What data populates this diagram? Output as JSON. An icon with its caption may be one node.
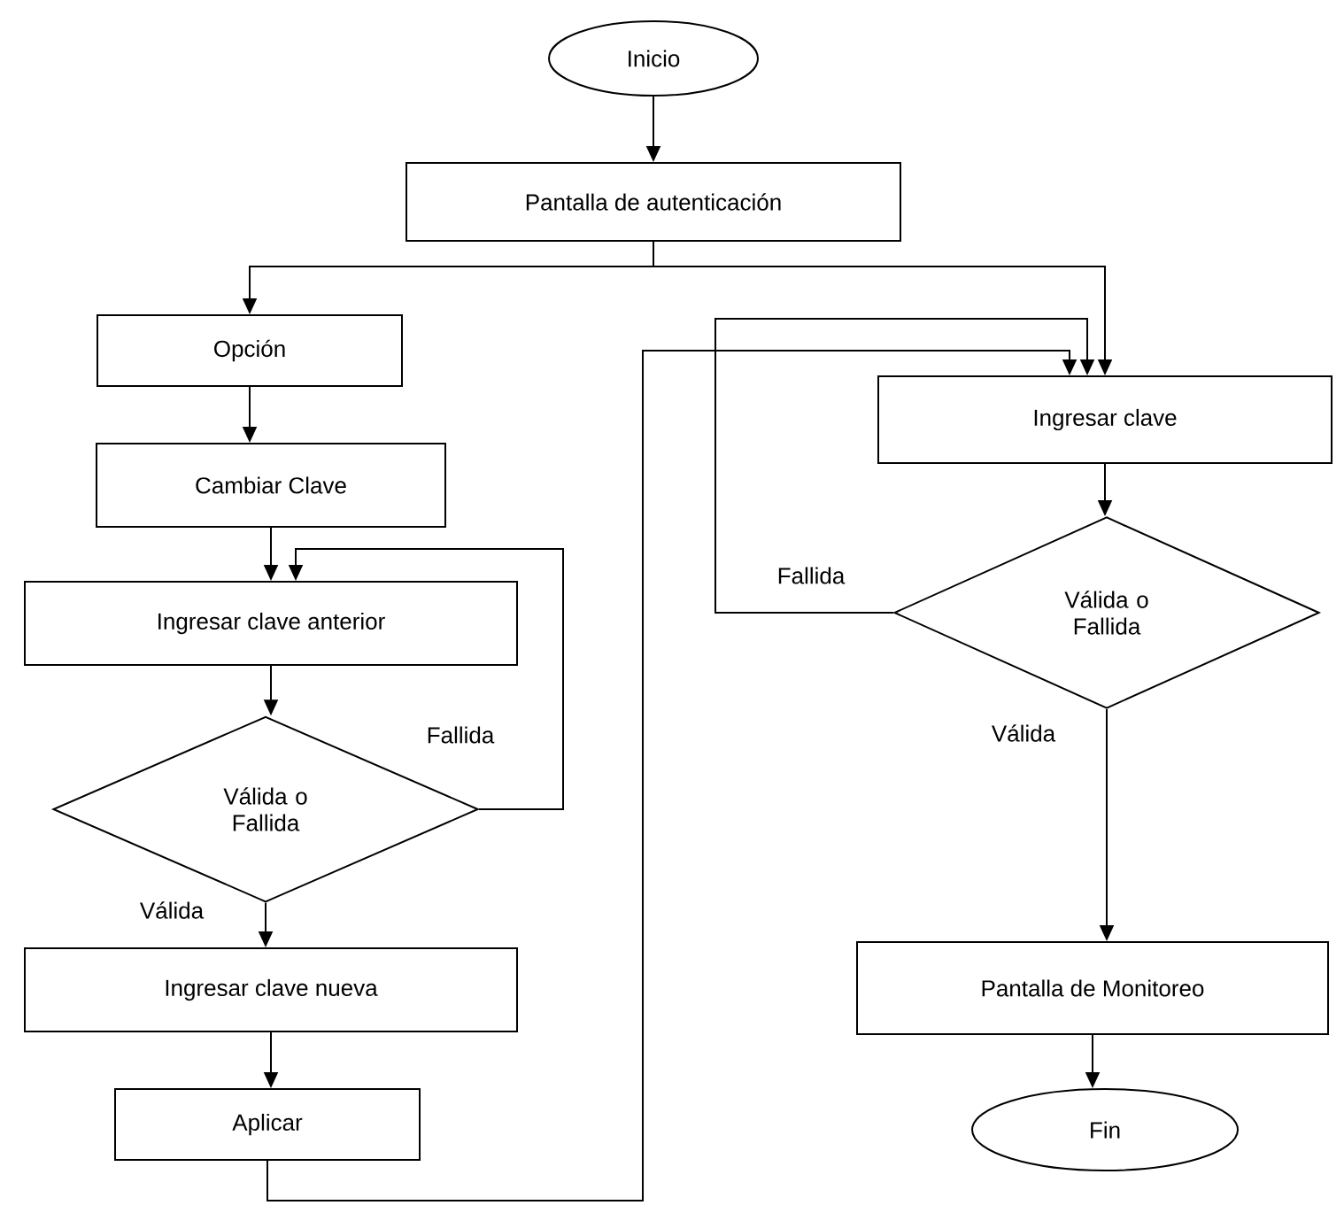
{
  "diagram": {
    "nodes": [
      {
        "text": [
          "Inicio"
        ]
      },
      {
        "text": [
          "Pantalla de autenticación"
        ]
      },
      {
        "text": [
          "Opción"
        ]
      },
      {
        "text": [
          "Cambiar Clave"
        ]
      },
      {
        "text": [
          "Ingresar clave anterior"
        ]
      },
      {
        "text": [
          "Válida o Fallida"
        ]
      },
      {
        "text": [
          "Ingresar clave nueva"
        ]
      },
      {
        "text": [
          "Aplicar"
        ]
      },
      {
        "text": [
          "Ingresar clave"
        ]
      },
      {
        "text": [
          "Válida o Fallida"
        ]
      },
      {
        "text": [
          "Pantalla de Monitoreo"
        ]
      },
      {
        "text": [
          "Fin"
        ]
      }
    ],
    "edges": [
      {
        "from": 0,
        "to": 1,
        "arrow": "to"
      },
      {
        "from": 1,
        "to": 2,
        "arrow": "to"
      },
      {
        "from": 1,
        "to": 8,
        "arrow": "to"
      },
      {
        "from": 2,
        "to": 3,
        "arrow": "to"
      },
      {
        "from": 3,
        "to": 4,
        "arrow": "to"
      },
      {
        "from": 4,
        "to": 5,
        "arrow": "to"
      },
      {
        "from": 5,
        "to": 6,
        "arrow": "to",
        "label": "Válida"
      },
      {
        "from": 5,
        "to": 4,
        "arrow": "to",
        "label": "Fallida"
      },
      {
        "from": 6,
        "to": 7,
        "arrow": "to"
      },
      {
        "from": 7,
        "to": 8,
        "arrow": "to"
      },
      {
        "from": 8,
        "to": 9,
        "arrow": "to"
      },
      {
        "from": 9,
        "to": 8,
        "arrow": "to",
        "label": "Fallida"
      },
      {
        "from": 9,
        "to": 10,
        "arrow": "to",
        "label": "Válida"
      },
      {
        "from": 10,
        "to": 11,
        "arrow": "to"
      }
    ]
  }
}
